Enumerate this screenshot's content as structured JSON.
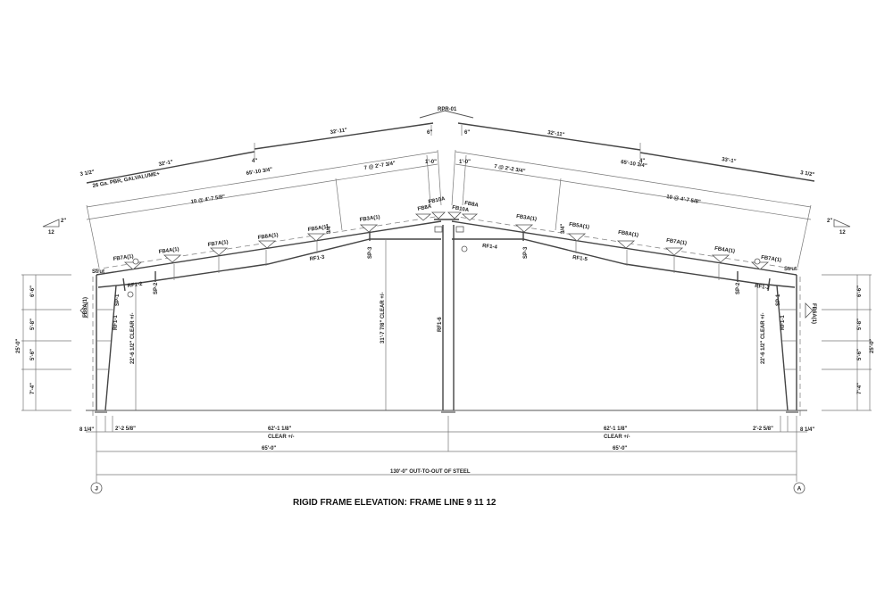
{
  "drawing": {
    "title": "RIGID FRAME ELEVATION: FRAME LINE 9  11  12",
    "gridlines": {
      "left": "J",
      "right": "A"
    },
    "roof": {
      "ridge_label": "RPR-01",
      "panel_note": "26 Ga. PBR, GALVALUME+",
      "left": {
        "eave_overhang": "3 1/2\"",
        "lower_panel": "32'-1\"",
        "lap": "4\"",
        "upper_panel": "32'-11\"",
        "ridge_offset": "6\"",
        "slope_total": "65'-10 3/4\"",
        "purlin_upper": "7 @ 2'-7 3/4\"",
        "purlin_top": "1'-0\"",
        "purlin_lower": "10 @ 4'-7 5/8\"",
        "slope_rise": "2\"",
        "slope_run": "12"
      },
      "right": {
        "eave_overhang": "3 1/2\"",
        "lower_panel": "33'-1\"",
        "lap": "4\"",
        "upper_panel": "32'-11\"",
        "ridge_offset": "6\"",
        "slope_total": "65'-10 3/4\"",
        "purlin_upper": "7 @ 2'-2 3/4\"",
        "purlin_top": "1'-0\"",
        "purlin_lower": "10 @ 4'-7 5/8\"",
        "slope_rise": "2\"",
        "slope_run": "12"
      }
    },
    "flange_braces": {
      "left": [
        "FB7A(1)",
        "FB4A(1)",
        "FB7A(1)",
        "FB8A(1)",
        "FB5A(1)",
        "FB3A(1)",
        "FB8A",
        "FB10A"
      ],
      "right": [
        "FB10A",
        "FB8A",
        "FB3A(1)",
        "FB5A(1)",
        "FB8A(1)",
        "FB7A(1)",
        "FB4A(1)",
        "FB7A(1)"
      ],
      "column_left": "FB6A(1)",
      "column_right": "FB6A(1)"
    },
    "members": {
      "left_rafters": [
        "RF1-2",
        "RF1-3"
      ],
      "right_rafters": [
        "RF1-4",
        "RF1-5",
        "RF1-2"
      ],
      "left_column": "RF1-1",
      "right_column": "RF1-1",
      "interior_column": "RF1-6",
      "splices_left": [
        "SP-1",
        "SP-2",
        "SP-3"
      ],
      "splices_right": [
        "SP-3",
        "SP-2",
        "SP-1"
      ],
      "strut": "Strut",
      "bolt_note": "3/4\""
    },
    "clear_heights": {
      "left_eave": "22'-6 1/2\" CLEAR +/-",
      "center": "31'-7 7/8\" CLEAR +/-",
      "right_eave": "22'-6 1/2\" CLEAR +/-"
    },
    "wall_heights": {
      "left": {
        "total": "25'-0\"",
        "segments": [
          "6'-6\"",
          "5'-8\"",
          "5'-6\"",
          "7'-4\""
        ]
      },
      "right": {
        "total": "25'-0\"",
        "segments": [
          "6'-6\"",
          "5'-8\"",
          "5'-6\"",
          "7'-4\""
        ]
      }
    },
    "horizontal_dims": {
      "left_offset": "8 1/4\"",
      "left_column_depth": "2'-2 5/8\"",
      "left_clear": "62'-1 1/8\"",
      "left_clear_note": "CLEAR +/-",
      "right_clear": "62'-1 1/8\"",
      "right_clear_note": "CLEAR +/-",
      "right_column_depth": "2'-2 5/8\"",
      "right_offset": "8 1/4\"",
      "left_bay": "65'-0\"",
      "right_bay": "65'-0\"",
      "overall": "130'-0\" OUT-TO-OUT OF STEEL"
    }
  }
}
